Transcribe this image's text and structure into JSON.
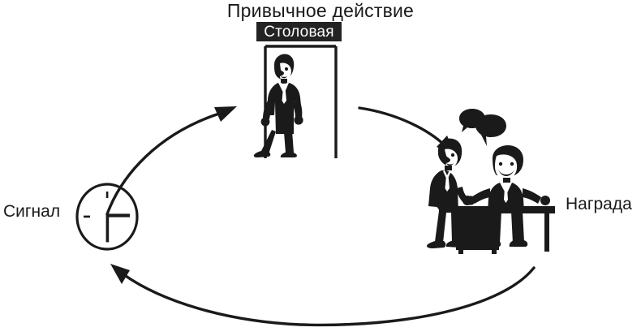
{
  "diagram": {
    "type": "habit-loop-cycle",
    "title": "Привычное действие",
    "background_color": "#ffffff",
    "ink_color": "#1a1a1a",
    "sign": {
      "text": "Столовая",
      "background_color": "#232323",
      "text_color": "#ffffff"
    },
    "nodes": [
      {
        "id": "cue",
        "label": "Сигнал",
        "icon": "clock-icon",
        "description": "Clock face showing hands at 3 and 6 with tick marks at 12 and 9"
      },
      {
        "id": "routine",
        "label": "Привычное действие",
        "icon": "person-walking-through-doorway-icon",
        "description": "Person in a suit walking through a doorway marked Столовая"
      },
      {
        "id": "reward",
        "label": "Награда",
        "icon": "two-people-talking-at-table-icon",
        "description": "Two people at a table with speech bubbles, social interaction"
      }
    ],
    "arrows": [
      {
        "id": "cue-to-routine",
        "from": "cue",
        "to": "routine",
        "direction": "up-right"
      },
      {
        "id": "routine-to-reward",
        "from": "routine",
        "to": "reward",
        "direction": "down-right"
      },
      {
        "id": "reward-to-cue",
        "from": "reward",
        "to": "cue",
        "direction": "left-up"
      }
    ]
  }
}
